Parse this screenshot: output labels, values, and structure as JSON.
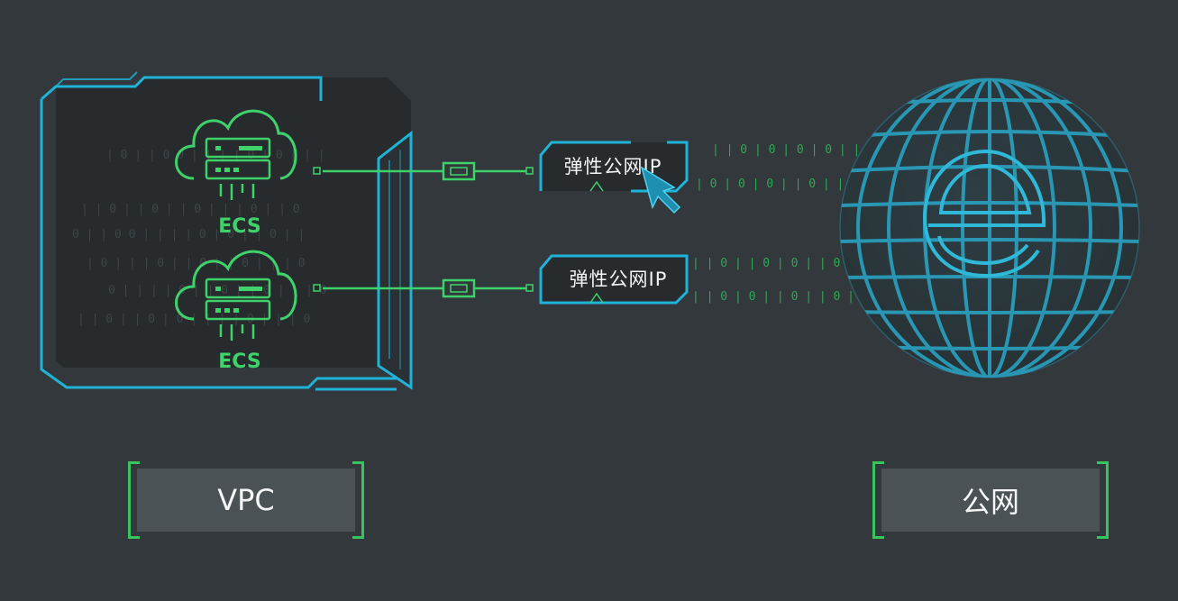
{
  "vpc": {
    "ecs_servers": [
      {
        "label": "ECS"
      },
      {
        "label": "ECS"
      }
    ]
  },
  "eips": [
    {
      "label": "弹性公网IP",
      "state": "hover"
    },
    {
      "label": "弹性公网IP",
      "state": "normal"
    }
  ],
  "legend": {
    "vpc_label": "VPC",
    "internet_label": "公网"
  },
  "colors": {
    "background": "#32383b",
    "panel": "#272b2d",
    "frame_cyan": "#1fb3d8",
    "green": "#3fd26b",
    "globe_grid": "#2aa9c9",
    "label_box": "#4b5255"
  },
  "icons": {
    "ecs": "cloud-server-icon",
    "cursor": "pointer-cursor-icon",
    "internet": "globe-e-icon"
  }
}
